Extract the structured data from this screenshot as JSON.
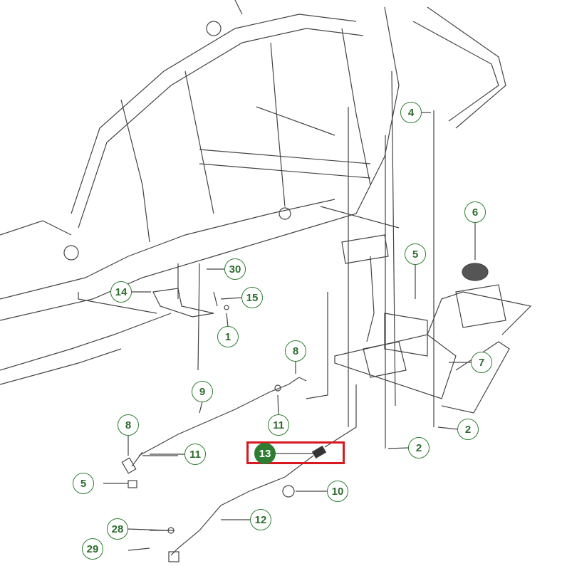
{
  "diagram": {
    "callouts": [
      {
        "label": "4"
      },
      {
        "label": "6"
      },
      {
        "label": "30"
      },
      {
        "label": "14"
      },
      {
        "label": "15"
      },
      {
        "label": "5"
      },
      {
        "label": "1"
      },
      {
        "label": "8"
      },
      {
        "label": "7"
      },
      {
        "label": "9"
      },
      {
        "label": "11"
      },
      {
        "label": "2"
      },
      {
        "label": "8"
      },
      {
        "label": "11"
      },
      {
        "label": "2"
      },
      {
        "label": "13"
      },
      {
        "label": "5"
      },
      {
        "label": "10"
      },
      {
        "label": "12"
      },
      {
        "label": "28"
      },
      {
        "label": "29"
      }
    ],
    "selected_part": "13",
    "colors": {
      "callout": "#2e7d32",
      "highlight": "#d71920",
      "line": "#444444"
    }
  }
}
